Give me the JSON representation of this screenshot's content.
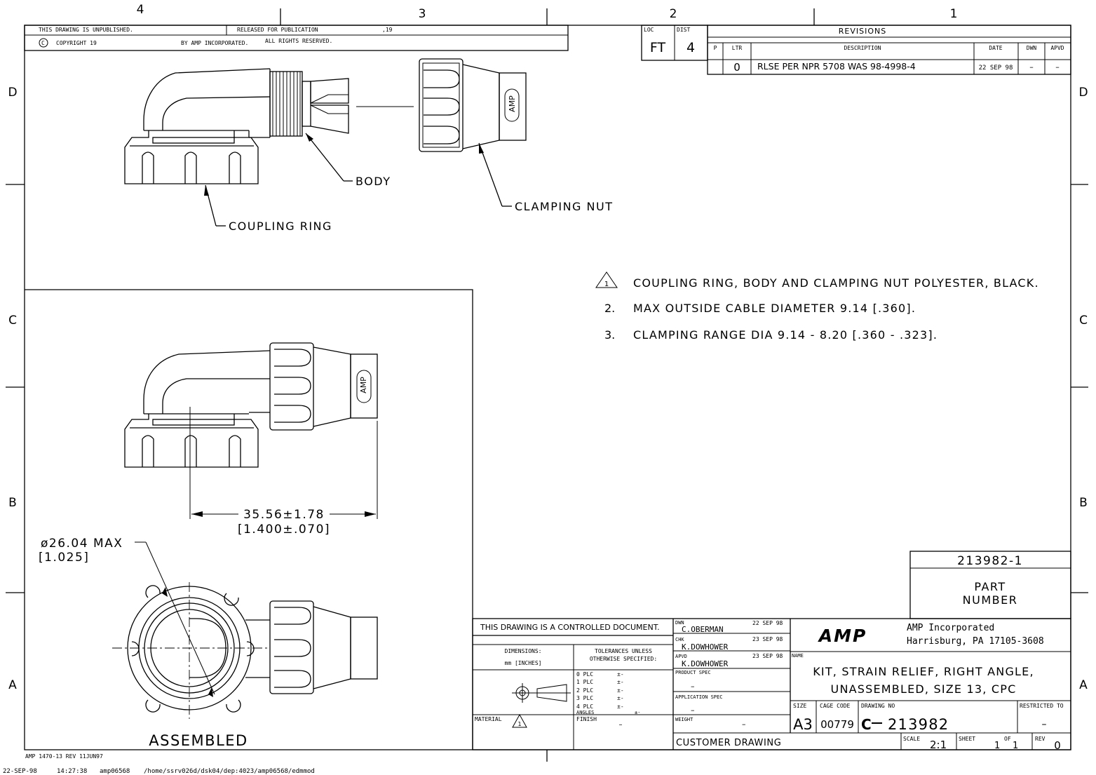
{
  "zones": {
    "top": [
      "4",
      "3",
      "2",
      "1"
    ],
    "left": [
      "D",
      "C",
      "B",
      "A"
    ],
    "right": [
      "D",
      "C",
      "B",
      "A"
    ]
  },
  "header": {
    "unpublished": "THIS DRAWING IS UNPUBLISHED.",
    "released": "RELEASED FOR PUBLICATION",
    "year": ",19",
    "copyright": "COPYRIGHT 19",
    "by": "BY AMP INCORPORATED.",
    "rights": "ALL RIGHTS RESERVED."
  },
  "loc": {
    "label": "LOC",
    "value": "FT"
  },
  "dist": {
    "label": "DIST",
    "value": "4"
  },
  "revisions": {
    "title": "REVISIONS",
    "headers": [
      "P",
      "LTR",
      "DESCRIPTION",
      "DATE",
      "DWN",
      "APVD"
    ],
    "row": {
      "ltr": "0",
      "desc": "RLSE PER NPR 5708 WAS 98-4998-4",
      "date": "22 SEP 98",
      "dwn": "–",
      "apvd": "–"
    }
  },
  "labels": {
    "body": "BODY",
    "coupling_ring": "COUPLING RING",
    "clamping_nut": "CLAMPING NUT",
    "amp_mark": "AMP",
    "assembled": "ASSEMBLED"
  },
  "notes": [
    {
      "num": "1",
      "text": "COUPLING RING, BODY AND CLAMPING NUT POLYESTER, BLACK."
    },
    {
      "num": "2.",
      "text": "MAX OUTSIDE CABLE DIAMETER 9.14 [.360]."
    },
    {
      "num": "3.",
      "text": "CLAMPING RANGE DIA 9.14 - 8.20 [.360 - .323]."
    }
  ],
  "dimensions": {
    "length_mm": "35.56±1.78",
    "length_in": "[1.400±.070]",
    "diameter_mm": "ø26.04 MAX",
    "diameter_in": "[1.025]"
  },
  "part": {
    "number": "213982-1",
    "label_line1": "PART",
    "label_line2": "NUMBER"
  },
  "title_block": {
    "controlled": "THIS DRAWING IS A CONTROLLED DOCUMENT.",
    "dimensions_label": "DIMENSIONS:",
    "units": "mm [INCHES]",
    "tolerances_line1": "TOLERANCES UNLESS",
    "tolerances_line2": "OTHERWISE SPECIFIED:",
    "plc": [
      "0 PLC",
      "1 PLC",
      "2 PLC",
      "3 PLC",
      "4 PLC",
      "ANGLES"
    ],
    "plc_val": "±-",
    "material": "MATERIAL",
    "finish": "FINISH",
    "finish_value": "–",
    "dwn_label": "DWN",
    "dwn_name": "C.OBERMAN",
    "dwn_date": "22 SEP 98",
    "chk_label": "CHK",
    "chk_name": "K.DOWHOWER",
    "chk_date": "23 SEP 98",
    "apvd_label": "APVD",
    "apvd_name": "K.DOWHOWER",
    "apvd_date": "23 SEP 98",
    "product_spec": "PRODUCT SPEC",
    "product_spec_value": "–",
    "application_spec": "APPLICATION SPEC",
    "application_spec_value": "–",
    "weight": "WEIGHT",
    "weight_value": "–",
    "customer_drawing": "CUSTOMER DRAWING",
    "company_logo": "AMP",
    "company_name": "AMP Incorporated",
    "company_address": "Harrisburg, PA 17105-3608",
    "name_label": "NAME",
    "name_line1": "KIT, STRAIN RELIEF, RIGHT ANGLE,",
    "name_line2": "UNASSEMBLED, SIZE 13, CPC",
    "size_label": "SIZE",
    "size_value": "A3",
    "cage_label": "CAGE CODE",
    "cage_value": "00779",
    "drawing_no_label": "DRAWING NO",
    "drawing_prefix": "C",
    "drawing_no": "213982",
    "restricted_label": "RESTRICTED TO",
    "restricted_value": "–",
    "scale_label": "SCALE",
    "scale_value": "2:1",
    "sheet_label": "SHEET",
    "sheet_value": "1",
    "of_label": "OF",
    "of_value": "1",
    "rev_label": "REV",
    "rev_value": "0"
  },
  "form_number": "AMP 1470-13 REV 11JUN97",
  "footer": {
    "date": "22-SEP-98",
    "time": "14:27:38",
    "user": "amp06568",
    "path": "/home/ssrv026d/dsk04/dep:4023/amp06568/edmmod"
  }
}
